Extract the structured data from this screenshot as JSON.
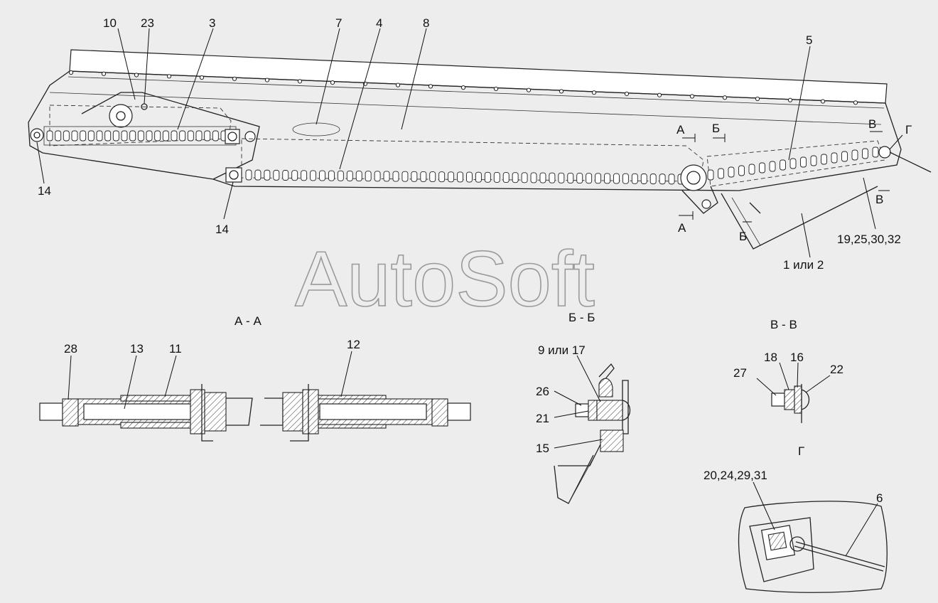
{
  "watermark": "AutoSoft",
  "sections": {
    "aa": "А - А",
    "bb": "Б - Б",
    "vv": "В - В",
    "g": "Г"
  },
  "cut_marks": {
    "a_top": "А",
    "a_bottom": "А",
    "b_top": "Б",
    "b_bottom": "Б",
    "v_top": "В",
    "v_bottom": "В",
    "g": "Г"
  },
  "callouts": {
    "c10": "10",
    "c23": "23",
    "c3": "3",
    "c7": "7",
    "c4": "4",
    "c8": "8",
    "c5": "5",
    "c14_left": "14",
    "c14_mid": "14",
    "c19": "19,25,30,32",
    "c1or2": "1 или 2",
    "c28": "28",
    "c13": "13",
    "c11": "11",
    "c12": "12",
    "c9or17": "9 или 17",
    "c26": "26",
    "c21": "21",
    "c15": "15",
    "c18": "18",
    "c16": "16",
    "c27": "27",
    "c22": "22",
    "c20": "20,24,29,31",
    "c6": "6"
  }
}
